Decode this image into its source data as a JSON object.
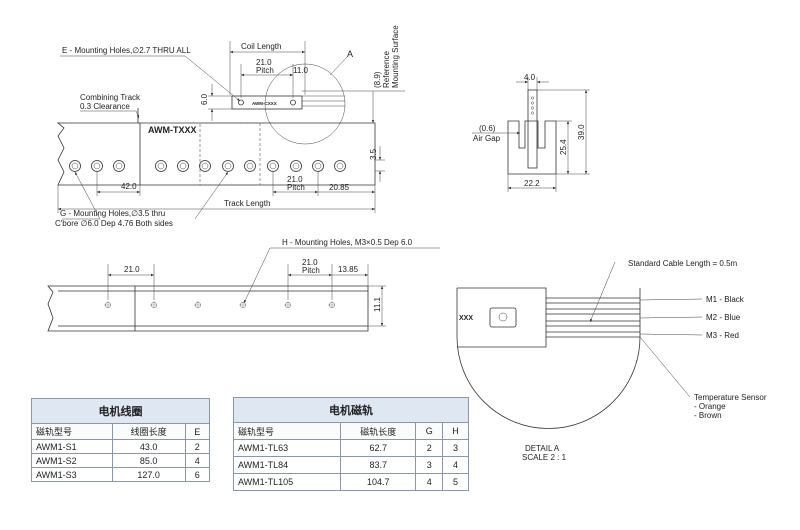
{
  "front_view": {
    "mounting_holes_e": "E - Mounting Holes,∅2.7 THRU ALL",
    "coil_length": "Coil Length",
    "coil_pitch_value": "21.0",
    "coil_pitch_label": "Pitch",
    "coil_offset": "11.0",
    "height_6": "6.0",
    "detail_a_marker": "A",
    "ref_surface_line1": "(8.9)",
    "ref_surface_line2": "Reference",
    "ref_surface_line3": "Mounting Surface",
    "combining_track": "Combining Track",
    "clearance": "0.3 Clearance",
    "model_label": "AWM-TXXX",
    "coil_marking": "AWM-CXXX",
    "dim_42": "42.0",
    "track_pitch_value": "21.0",
    "track_pitch_label": "Pitch",
    "dim_20_85": "20.85",
    "dim_3_5": "3.5",
    "track_length": "Track Length",
    "mounting_holes_g_line1": "G - Mounting Holes,∅3.5 thru",
    "mounting_holes_g_line2": "C'bore ∅6.0 Dep 4.76 Both sides"
  },
  "end_view": {
    "width_4": "4.0",
    "air_gap_value": "(0.6)",
    "air_gap_label": "Air Gap",
    "height_25_4": "25.4",
    "height_39": "39.0",
    "width_22_2": "22.2"
  },
  "bottom_view": {
    "mounting_holes_h": "H - Mounting Holes, M3×0.5 Dep 6.0",
    "dim_21": "21.0",
    "pitch_value": "21.0",
    "pitch_label": "Pitch",
    "dim_13_85": "13.85",
    "dim_11_1": "11.1"
  },
  "detail_view": {
    "cable_length": "Standard Cable Length = 0.5m",
    "m1": "M1 - Black",
    "m2": "M2 - Blue",
    "m3": "M3 - Red",
    "temp_sensor_line1": "Temperature Sensor",
    "temp_sensor_line2": "- Orange",
    "temp_sensor_line3": "- Brown",
    "coil_fragment": "XXX",
    "caption_line1": "DETAIL A",
    "caption_line2": "SCALE 2 : 1"
  },
  "coil_table": {
    "title": "电机线圈",
    "headers": [
      "磁轨型号",
      "线圈长度",
      "E"
    ],
    "rows": [
      [
        "AWM1-S1",
        "43.0",
        "2"
      ],
      [
        "AWM1-S2",
        "85.0",
        "4"
      ],
      [
        "AWM1-S3",
        "127.0",
        "6"
      ]
    ]
  },
  "magnet_table": {
    "title": "电机磁轨",
    "headers": [
      "磁轨型号",
      "磁轨长度",
      "G",
      "H"
    ],
    "rows": [
      [
        "AWM1-TL63",
        "62.7",
        "2",
        "3"
      ],
      [
        "AWM1-TL84",
        "83.7",
        "3",
        "4"
      ],
      [
        "AWM1-TL105",
        "104.7",
        "4",
        "5"
      ]
    ]
  }
}
